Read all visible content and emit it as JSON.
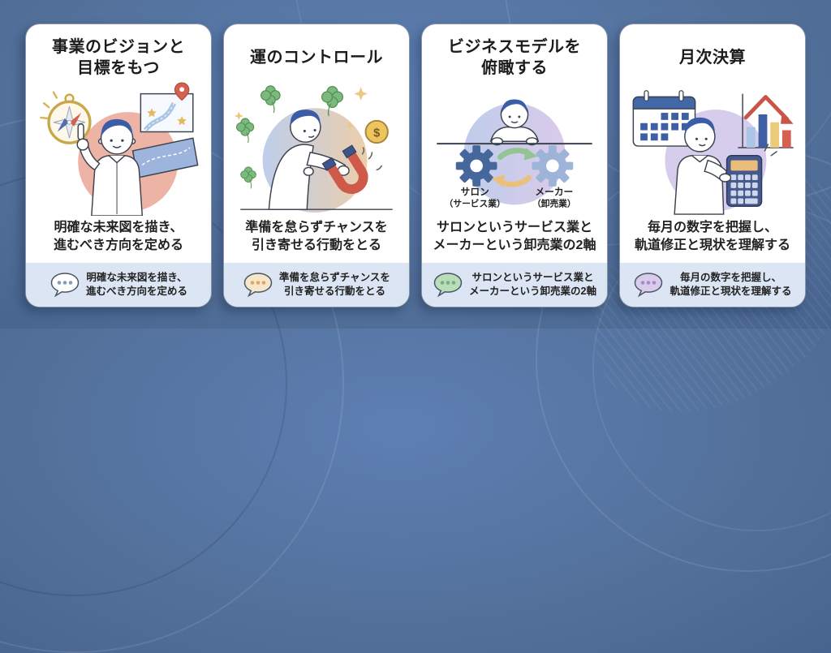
{
  "page": {
    "background": "#527099",
    "card_background": "#ffffff",
    "footer_background": "#dbe5f3",
    "title_color": "#1c1c1c"
  },
  "cards": [
    {
      "title_line1": "事業のビジョンと",
      "title_line2": "目標をもつ",
      "body_line1": "明確な未来図を描き、",
      "body_line2": "進むべき方向を定める",
      "footer_line1": "明確な未来図を描き、",
      "footer_line2": "進むべき方向を定める",
      "bubble": {
        "fill": "#ffffff",
        "dots": "#7d9cc8"
      },
      "illustration": "man-pointing-with-compass-and-map"
    },
    {
      "title_line1": "運のコントロール",
      "title_line2": "",
      "body_line1": "準備を怠らずチャンスを",
      "body_line2": "引き寄せる行動をとる",
      "footer_line1": "準備を怠らずチャンスを",
      "footer_line2": "引き寄せる行動をとる",
      "bubble": {
        "fill": "#f6e7cb",
        "dots": "#e0a668"
      },
      "illustration": "man-with-magnet-clovers-coin",
      "coin_symbol": "$"
    },
    {
      "title_line1": "ビジネスモデルを",
      "title_line2": "俯瞰する",
      "body_line1": "サロンというサービス業と",
      "body_line2": "メーカーという卸売業の2軸",
      "footer_line1": "サロンというサービス業と",
      "footer_line2": "メーカーという卸売業の2軸",
      "bubble": {
        "fill": "#b9dcba",
        "dots": "#79b07d"
      },
      "illustration": "man-overlooking-gears-cycle",
      "gear_labels": {
        "left_line1": "サロン",
        "left_line2": "（サービス業）",
        "right_line1": "メーカー",
        "right_line2": "（卸売業）"
      }
    },
    {
      "title_line1": "月次決算",
      "title_line2": "",
      "body_line1": "毎月の数字を把握し、",
      "body_line2": "軌道修正と現状を理解する",
      "footer_line1": "毎月の数字を把握し、",
      "footer_line2": "軌道修正と現状を理解する",
      "bubble": {
        "fill": "#d9cbeb",
        "dots": "#a58bc8"
      },
      "illustration": "man-with-calculator-calendar-chart"
    }
  ]
}
